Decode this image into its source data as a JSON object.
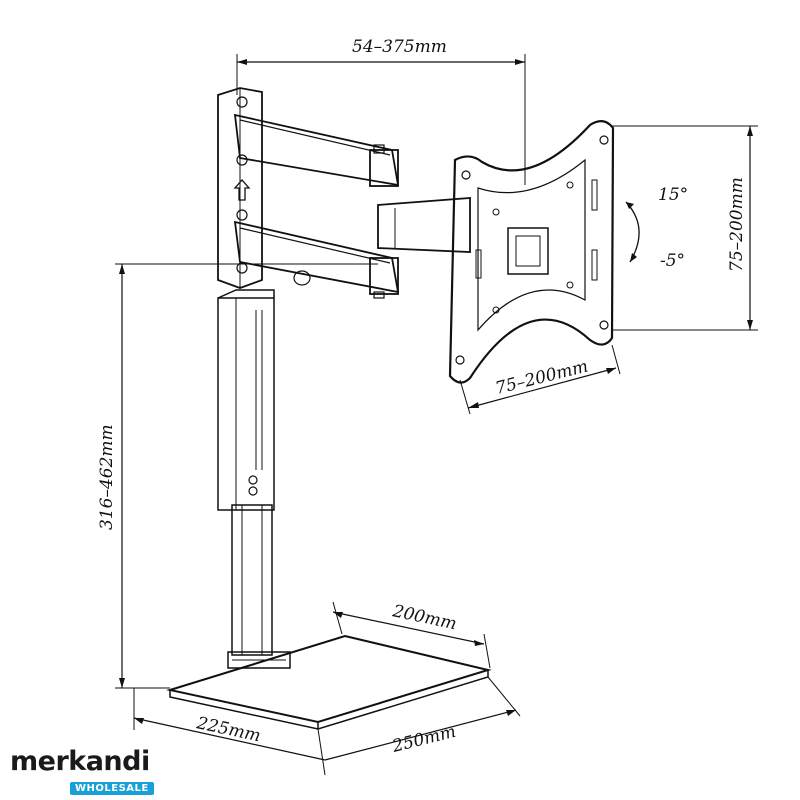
{
  "dimensions": {
    "arm_extension": "54–375mm",
    "vesa_vertical": "75–200mm",
    "vesa_horizontal": "75–200mm",
    "tilt_up": "15°",
    "tilt_down": "-5°",
    "height_range": "316–462mm",
    "base_depth": "200mm",
    "base_width_left": "225mm",
    "base_width_right": "250mm"
  },
  "brand": {
    "name": "merkandi",
    "badge": "WHOLESALE"
  }
}
